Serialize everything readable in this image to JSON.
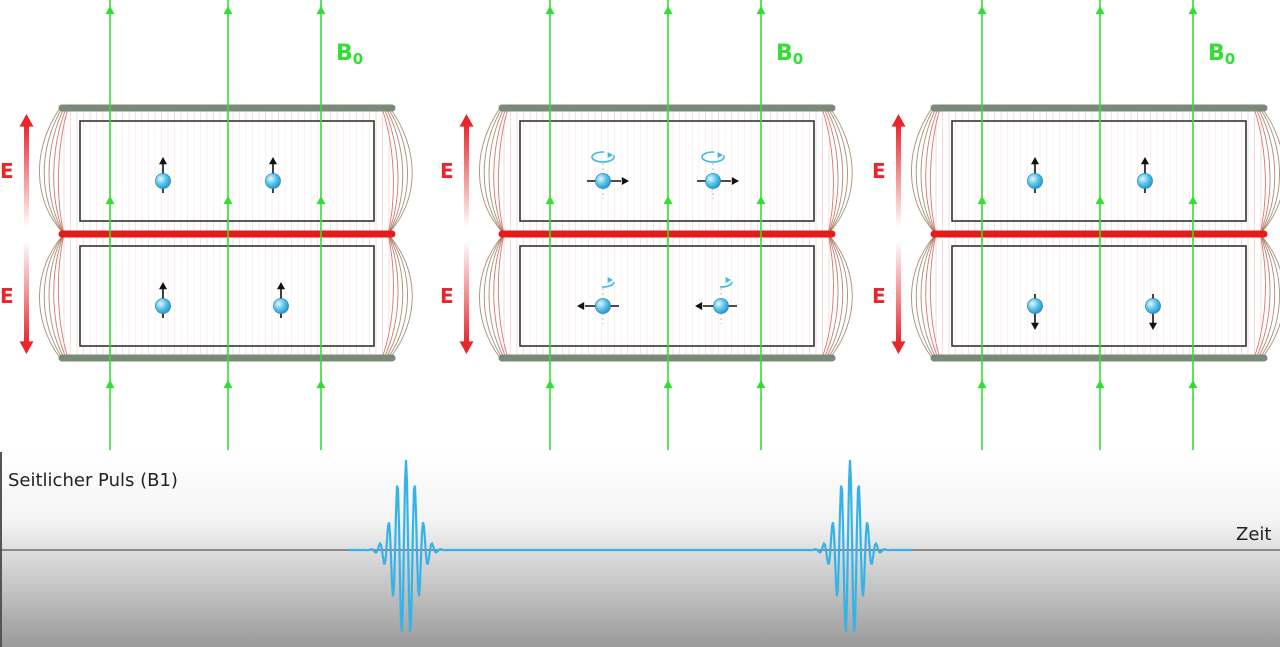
{
  "labels": {
    "field_main": "B",
    "field_sub": "0",
    "efield": "E",
    "pulse_axis_title": "Seitlicher Puls (B1)",
    "time_axis": "Zeit"
  },
  "colors": {
    "b0_field_line": "#33dd33",
    "efield_arrow": "#e8262b",
    "electrode": "#7a8a78",
    "center_electrode": "#e31b1b",
    "spin_particle": "#3fb8e8",
    "spin_arrow": "#111111",
    "pulse": "#35b3e8",
    "fringe_lines": "#8b6a4a"
  },
  "panels": [
    {
      "stage": "initial",
      "top_spins": "up",
      "bottom_spins": "up"
    },
    {
      "stage": "after-first-pulse",
      "top_spins": "right",
      "bottom_spins": "left"
    },
    {
      "stage": "after-second-pulse",
      "top_spins": "up",
      "bottom_spins": "down"
    }
  ],
  "pulse_count": 2
}
